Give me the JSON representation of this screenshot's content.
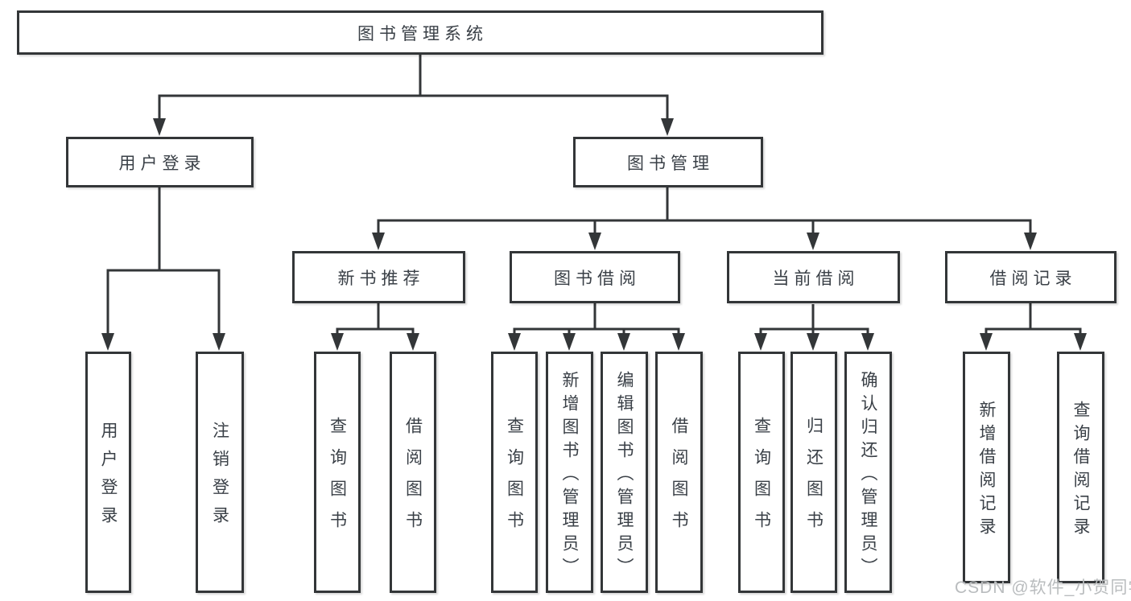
{
  "diagram": {
    "nodes": {
      "root": {
        "label": "图书管理系统"
      },
      "user_login": {
        "label": "用户登录"
      },
      "book_mgmt": {
        "label": "图书管理"
      },
      "new_book_rec": {
        "label": "新书推荐"
      },
      "book_borrow": {
        "label": "图书借阅"
      },
      "current_borrow": {
        "label": "当前借阅"
      },
      "borrow_records": {
        "label": "借阅记录"
      },
      "leaf_user_login": {
        "label": "用户登录"
      },
      "leaf_logout": {
        "label": "注销登录"
      },
      "leaf_rec_query": {
        "label": "查询图书"
      },
      "leaf_rec_borrow": {
        "label": "借阅图书"
      },
      "leaf_bb_query": {
        "label": "查询图书"
      },
      "leaf_bb_add": {
        "label": "新增图书（管理员）"
      },
      "leaf_bb_edit": {
        "label": "编辑图书（管理员）"
      },
      "leaf_bb_borrow": {
        "label": "借阅图书"
      },
      "leaf_cb_query": {
        "label": "查询图书"
      },
      "leaf_cb_return": {
        "label": "归还图书"
      },
      "leaf_cb_confirm": {
        "label": "确认归还（管理员）"
      },
      "leaf_br_add": {
        "label": "新增借阅记录"
      },
      "leaf_br_query": {
        "label": "查询借阅记录"
      }
    },
    "structure": {
      "图书管理系统": {
        "用户登录": [
          "用户登录",
          "注销登录"
        ],
        "图书管理": {
          "新书推荐": [
            "查询图书",
            "借阅图书"
          ],
          "图书借阅": [
            "查询图书",
            "新增图书（管理员）",
            "编辑图书（管理员）",
            "借阅图书"
          ],
          "当前借阅": [
            "查询图书",
            "归还图书",
            "确认归还（管理员）"
          ],
          "借阅记录": [
            "新增借阅记录",
            "查询借阅记录"
          ]
        }
      }
    },
    "colors": {
      "line": "#333638",
      "text": "#3a4047",
      "background": "#ffffff",
      "watermark": "#b9bcbe"
    }
  },
  "watermark": {
    "text": "CSDN @软件_小贺同学"
  }
}
